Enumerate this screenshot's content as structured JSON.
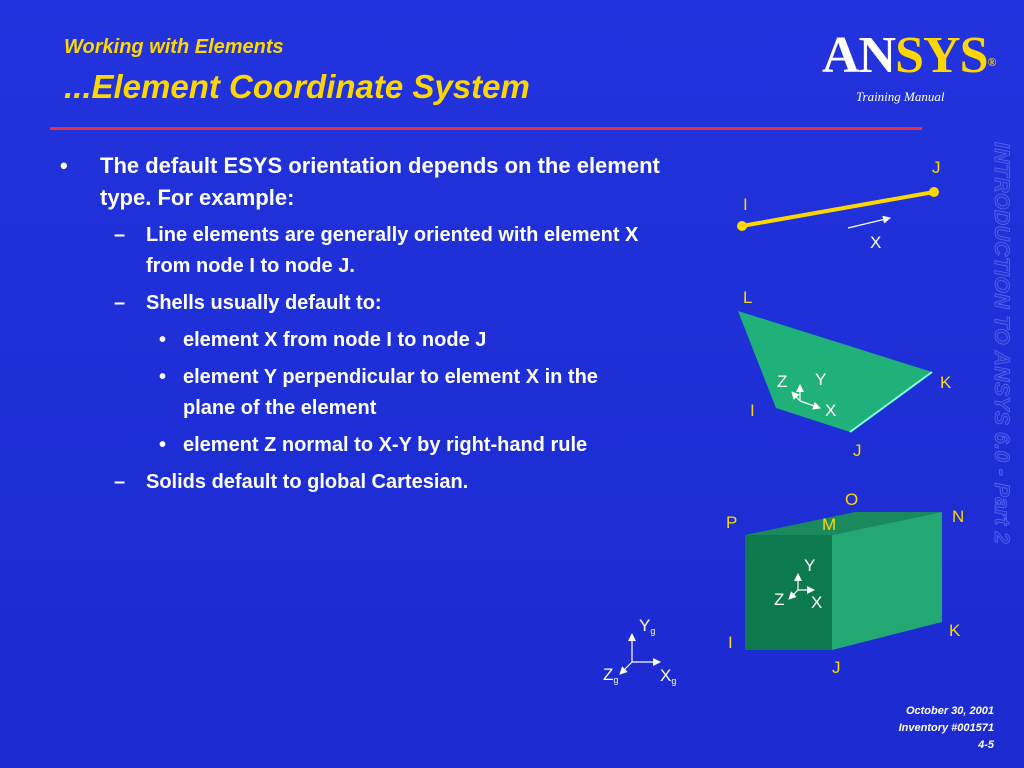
{
  "header": {
    "title_small": "Working with Elements",
    "title_large": "...Element Coordinate System"
  },
  "logo": {
    "an": "AN",
    "sys": "SYS",
    "reg": "®",
    "subtitle": "Training Manual"
  },
  "sidebar_text": "INTRODUCTION TO ANSYS 6.0 - Part 2",
  "bullets": {
    "main": "The default ESYS orientation depends on the element type.  For example:",
    "line": "Line elements are generally oriented with element X from node I to node J.",
    "shells": "Shells usually default to:",
    "shell_x": "element X from node I to node J",
    "shell_y": "element Y perpendicular to element X in the plane of the element",
    "shell_z": "element Z normal to X-Y by right-hand rule",
    "solids": "Solids default to global Cartesian."
  },
  "markers": {
    "bullet": "•",
    "dash": "–"
  },
  "diagram_line": {
    "node_i": "I",
    "node_j": "J",
    "axis_x": "X"
  },
  "diagram_shell": {
    "node_l": "L",
    "node_k": "K",
    "node_i": "I",
    "node_j": "J",
    "axis_x": "X",
    "axis_y": "Y",
    "axis_z": "Z"
  },
  "diagram_solid": {
    "node_o": "O",
    "node_p": "P",
    "node_m": "M",
    "node_n": "N",
    "node_k": "K",
    "node_i": "I",
    "node_j": "J",
    "axis_x": "X",
    "axis_y": "Y",
    "axis_z": "Z"
  },
  "global_axes": {
    "y": "Y",
    "x": "X",
    "z": "Z",
    "sub": "g"
  },
  "footer": {
    "date": "October 30, 2001",
    "inventory": "Inventory #001571",
    "page": "4-5"
  },
  "colors": {
    "background": "#1f2fd6",
    "title": "#ffd700",
    "rule": "#e8303a",
    "shape_fill": "#20b07a",
    "solid_front": "#0d7a4e"
  }
}
